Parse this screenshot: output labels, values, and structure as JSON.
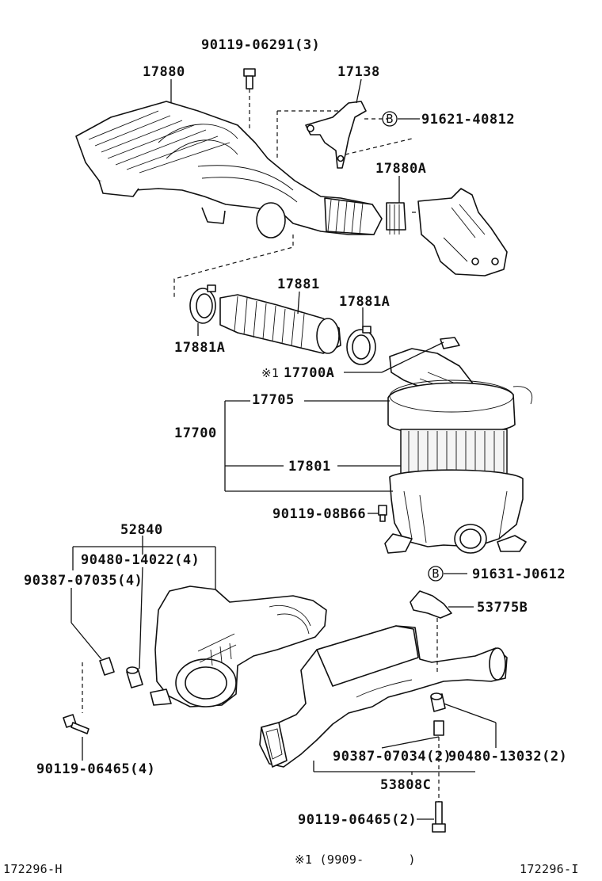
{
  "labels": {
    "bolt_top": "90119-06291(3)",
    "duct_inlet": "17880",
    "bracket": "17138",
    "mark_b_top": "B",
    "bolt_b_top": "91621-40812",
    "clamp_top": "17880A",
    "hose": "17881",
    "clamp_right": "17881A",
    "clamp_left": "17881A",
    "note_mark": "※1",
    "cleaner_cap": "17700A",
    "cap_sub": "17705",
    "cleaner_assy": "17700",
    "element": "17801",
    "cleaner_bolt": "90119-08B66",
    "resonator": "52840",
    "cushion_4": "90480-14022(4)",
    "collar_4": "90387-07035(4)",
    "mark_b_mid": "B",
    "bolt_b_mid": "91631-J0612",
    "clamp_53775": "53775B",
    "bolt_left": "90119-06465(4)",
    "collar_2": "90387-07034(2)",
    "cushion_2": "90480-13032(2)",
    "duct_53808": "53808C",
    "bolt_bottom": "90119-06465(2)",
    "fig_left": "172296-H",
    "fig_right": "172296-I",
    "footnote": "※1 (9909-      )"
  }
}
